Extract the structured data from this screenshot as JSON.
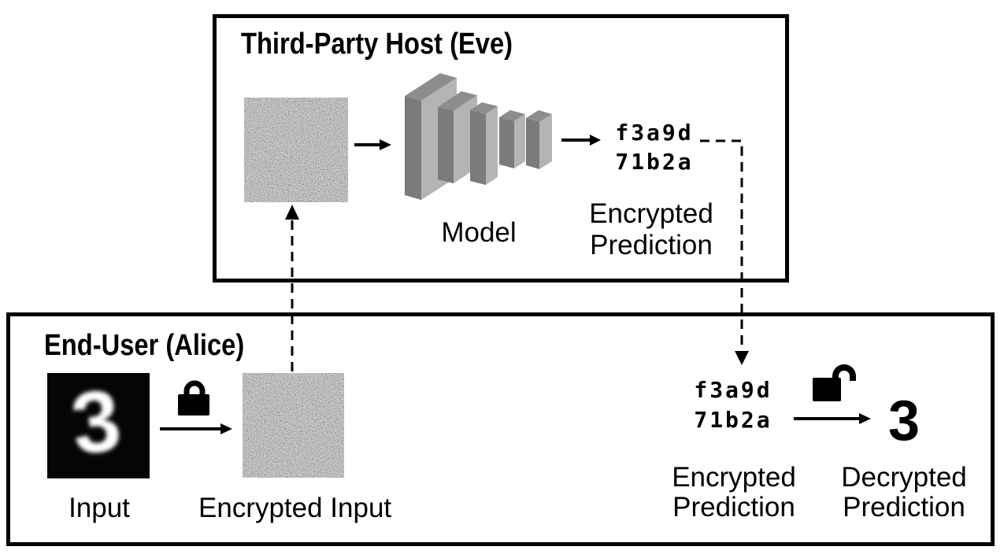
{
  "diagram": {
    "host_box": {
      "title": "Third-Party Host (Eve)",
      "model_label": "Model",
      "encrypted_prediction": {
        "hex_line1": "f3a9d",
        "hex_line2": "71b2a",
        "label_line1": "Encrypted",
        "label_line2": "Prediction"
      }
    },
    "user_box": {
      "title": "End-User (Alice)",
      "input_label": "Input",
      "input_digit": "3",
      "encrypted_input_label": "Encrypted Input",
      "encrypted_prediction": {
        "hex_line1": "f3a9d",
        "hex_line2": "71b2a",
        "label_line1": "Encrypted",
        "label_line2": "Prediction"
      },
      "decrypted_prediction": {
        "digit": "3",
        "label_line1": "Decrypted",
        "label_line2": "Prediction"
      }
    },
    "icons": {
      "closed_lock": "locked-padlock-icon",
      "open_lock": "unlocked-padlock-icon"
    },
    "colors": {
      "background": "#ffffff",
      "border": "#000000",
      "arrow": "#000000",
      "slab_front": "#7b7b7b",
      "slab_top": "#8d8d8d",
      "slab_side": "#b4b4b4",
      "input_image_bg": "#050505",
      "input_digit_color": "#ffffff"
    }
  }
}
